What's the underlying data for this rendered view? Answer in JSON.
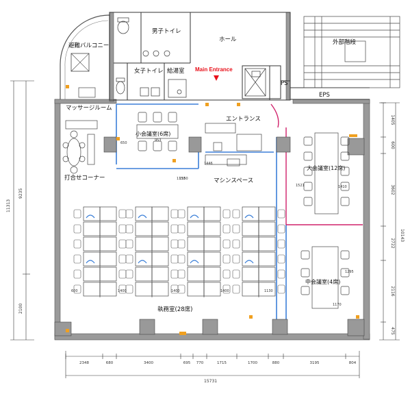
{
  "rooms": {
    "balcony": "避難バルコニー",
    "mens_toilet": "男子トイレ",
    "hall": "ホール",
    "stairs": "外部階段",
    "womens_toilet": "女子トイレ",
    "kitchenette": "給湯室",
    "ps": "PS",
    "eps": "EPS",
    "massage": "マッサージルーム",
    "entrance": "エントランス",
    "small_meeting": "小会議室(6席)",
    "large_meeting": "大会議室(12席)",
    "meeting_corner": "打合せコーナー",
    "machine_space": "マシンスペース",
    "office": "執務室(28席)",
    "mid_meeting": "中会議室(4席)"
  },
  "main_entrance": "Main Entrance",
  "dimensions": {
    "left_outer": "11313",
    "left_upper": "9235",
    "left_lower": "2100",
    "right_outer": "10143",
    "right_segments": [
      "1405",
      "600",
      "3602",
      "2722",
      "2116",
      "475"
    ],
    "bottom_segments": [
      "2348",
      "680",
      "3400",
      "695",
      "770",
      "1715",
      "1700",
      "880",
      "3195",
      "804"
    ],
    "bottom_total": "15731",
    "inner_small": [
      "650",
      "953",
      "1150",
      "1446",
      "1150"
    ],
    "inner_office": [
      "600",
      "1400",
      "1400",
      "1400",
      "1130"
    ],
    "inner_right": [
      "1521",
      "1410",
      "1295",
      "1170"
    ]
  },
  "colors": {
    "wall": "#808080",
    "partition_blue": "#3b7fd8",
    "partition_red": "#d0206a",
    "accent_orange": "#f0a020",
    "entrance_red": "#e8101a"
  }
}
